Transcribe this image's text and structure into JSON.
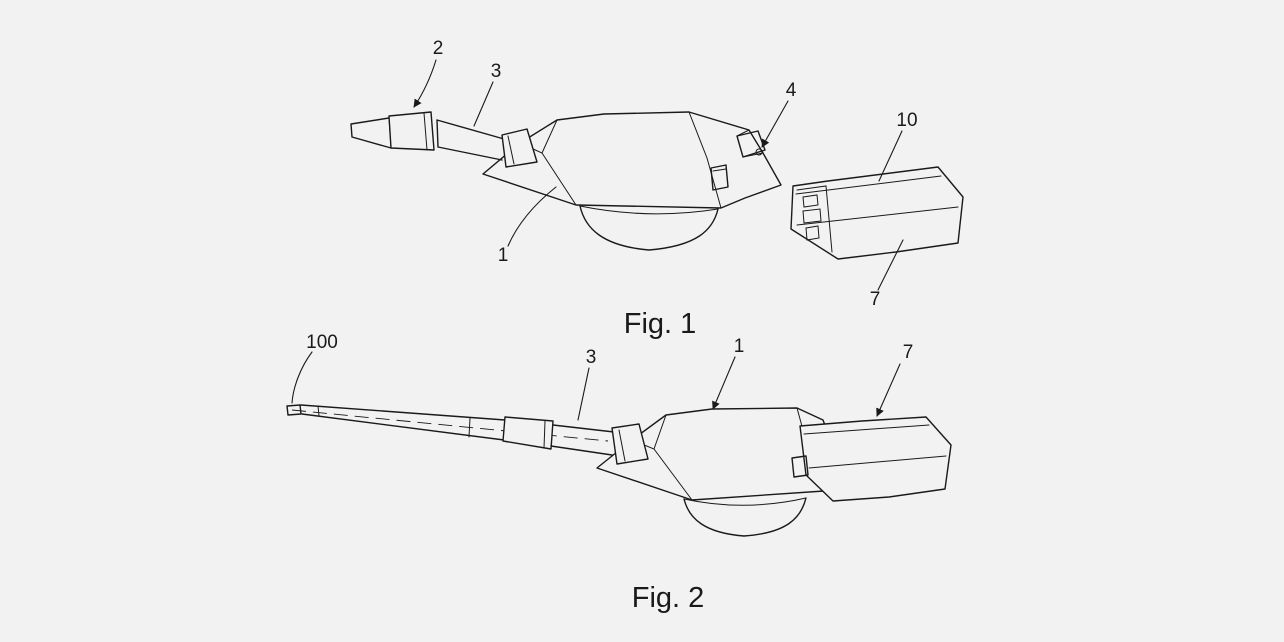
{
  "colors": {
    "background": "#f2f2f2",
    "line": "#1a1a1a"
  },
  "figure1": {
    "caption": "Fig. 1",
    "labels": {
      "ref1": "1",
      "ref2": "2",
      "ref3": "3",
      "ref4": "4",
      "ref7": "7",
      "ref10": "10"
    }
  },
  "figure2": {
    "caption": "Fig. 2",
    "labels": {
      "ref1": "1",
      "ref3": "3",
      "ref7": "7",
      "ref100": "100"
    }
  }
}
